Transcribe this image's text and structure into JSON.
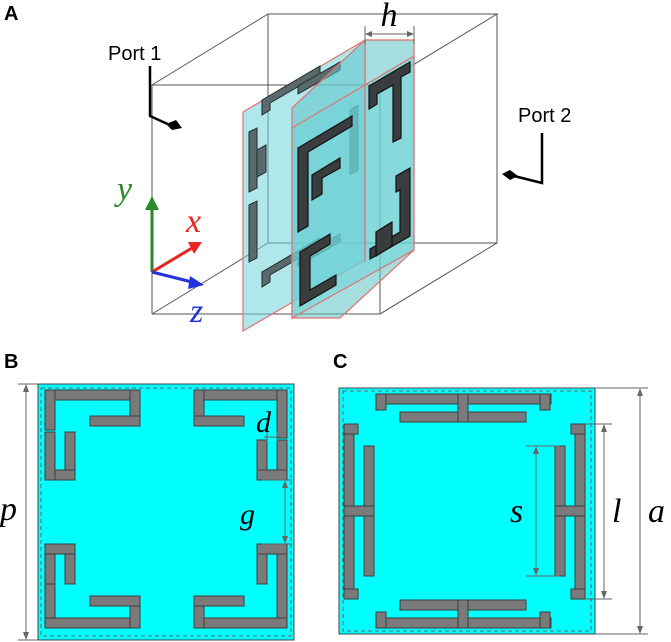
{
  "panels": {
    "a": {
      "label": "A"
    },
    "b": {
      "label": "B"
    },
    "c": {
      "label": "C"
    }
  },
  "ports": {
    "port1": "Port 1",
    "port2": "Port 2"
  },
  "axes": {
    "x": {
      "label": "x",
      "color": "#e8261f"
    },
    "y": {
      "label": "y",
      "color": "#2a8a2a"
    },
    "z": {
      "label": "z",
      "color": "#2233dd"
    }
  },
  "dimensions": {
    "h": "h",
    "d": "d",
    "g": "g",
    "p": "p",
    "s": "s",
    "l": "l",
    "a": "a"
  },
  "colors": {
    "substrate": "#00ffff",
    "resonator": "#7a7a7a",
    "slab_edge": "#e2726e"
  }
}
